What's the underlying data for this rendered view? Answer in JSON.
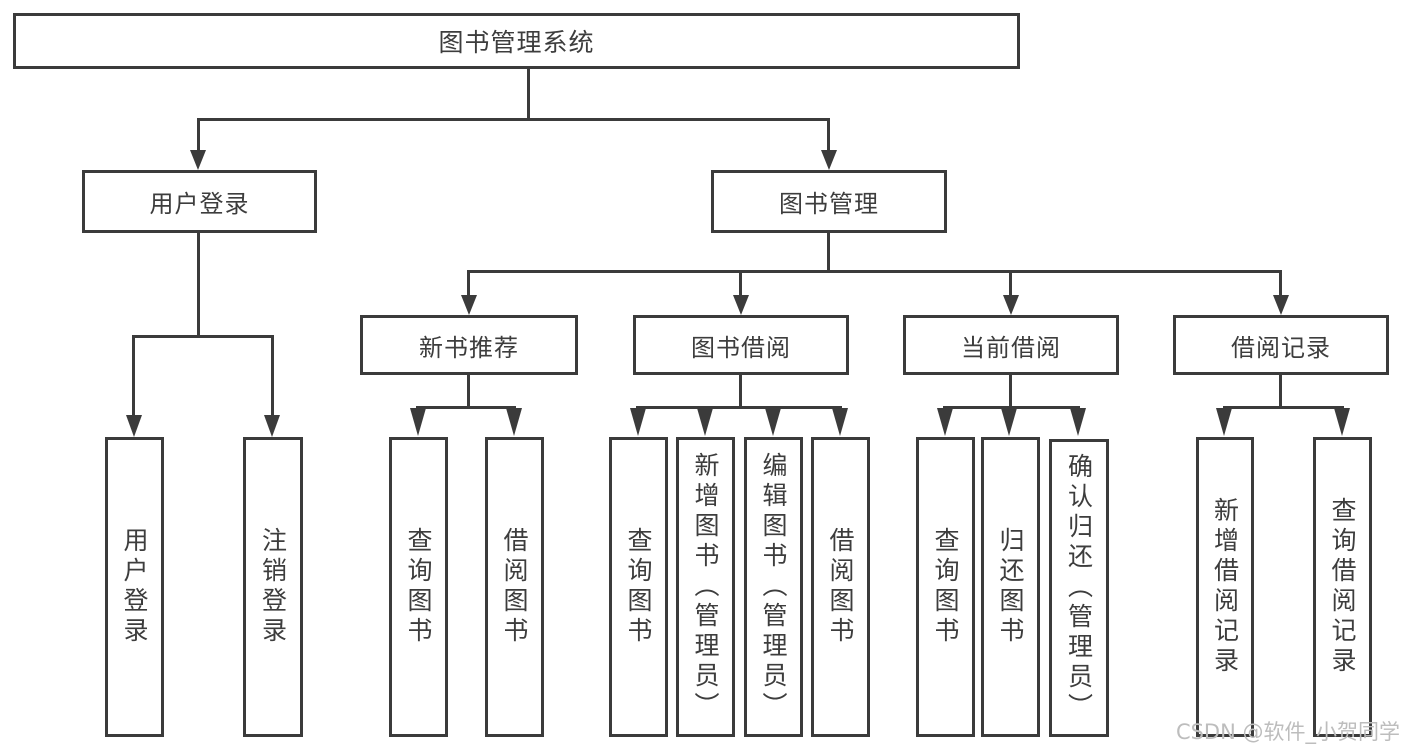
{
  "diagram_type": "hierarchy-tree",
  "colors": {
    "line": "#3b3b3b",
    "text": "#3d3d3d",
    "background": "#ffffff",
    "watermark": "#bdbdbd"
  },
  "tree": {
    "label": "图书管理系统",
    "children": [
      {
        "label": "用户登录",
        "children": [
          {
            "label": "用户登录"
          },
          {
            "label": "注销登录"
          }
        ]
      },
      {
        "label": "图书管理",
        "children": [
          {
            "label": "新书推荐",
            "children": [
              {
                "label": "查询图书"
              },
              {
                "label": "借阅图书"
              }
            ]
          },
          {
            "label": "图书借阅",
            "children": [
              {
                "label": "查询图书"
              },
              {
                "label": "新增图书（管理员）"
              },
              {
                "label": "编辑图书（管理员）"
              },
              {
                "label": "借阅图书"
              }
            ]
          },
          {
            "label": "当前借阅",
            "children": [
              {
                "label": "查询图书"
              },
              {
                "label": "归还图书"
              },
              {
                "label": "确认归还（管理员）"
              }
            ]
          },
          {
            "label": "借阅记录",
            "children": [
              {
                "label": "新增借阅记录"
              },
              {
                "label": "查询借阅记录"
              }
            ]
          }
        ]
      }
    ]
  },
  "watermark": {
    "text": "CSDN @软件_小贺同学"
  }
}
